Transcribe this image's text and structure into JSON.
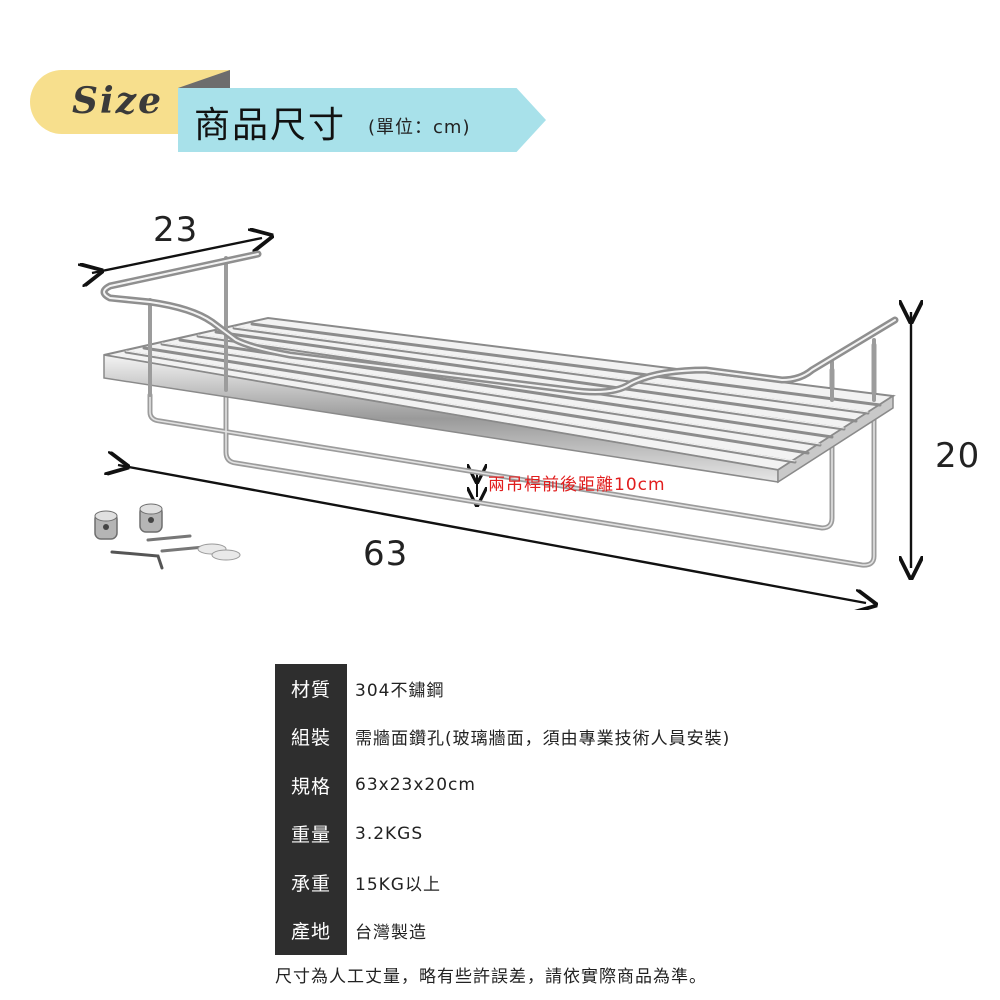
{
  "header": {
    "badge": "Size",
    "title": "商品尺寸",
    "unit": "(單位：cm)"
  },
  "dimensions": {
    "depth": "23",
    "height": "20",
    "width": "63"
  },
  "note": "兩吊桿前後距離10cm",
  "specs": [
    {
      "key": "材質",
      "value": "304不鏽鋼"
    },
    {
      "key": "組裝",
      "value": "需牆面鑽孔(玻璃牆面，須由專業技術人員安裝)"
    },
    {
      "key": "規格",
      "value": "63x23x20cm"
    },
    {
      "key": "重量",
      "value": "3.2KGS"
    },
    {
      "key": "承重",
      "value": "15KG以上"
    },
    {
      "key": "產地",
      "value": "台灣製造"
    }
  ],
  "footnote": "尺寸為人工丈量，略有些許誤差，請依實際商品為準。",
  "colors": {
    "badge_bg": "#f7df8d",
    "title_bg": "#a8e1ea",
    "note": "#e11d1d",
    "spec_key_bg": "#2e2e2e"
  }
}
